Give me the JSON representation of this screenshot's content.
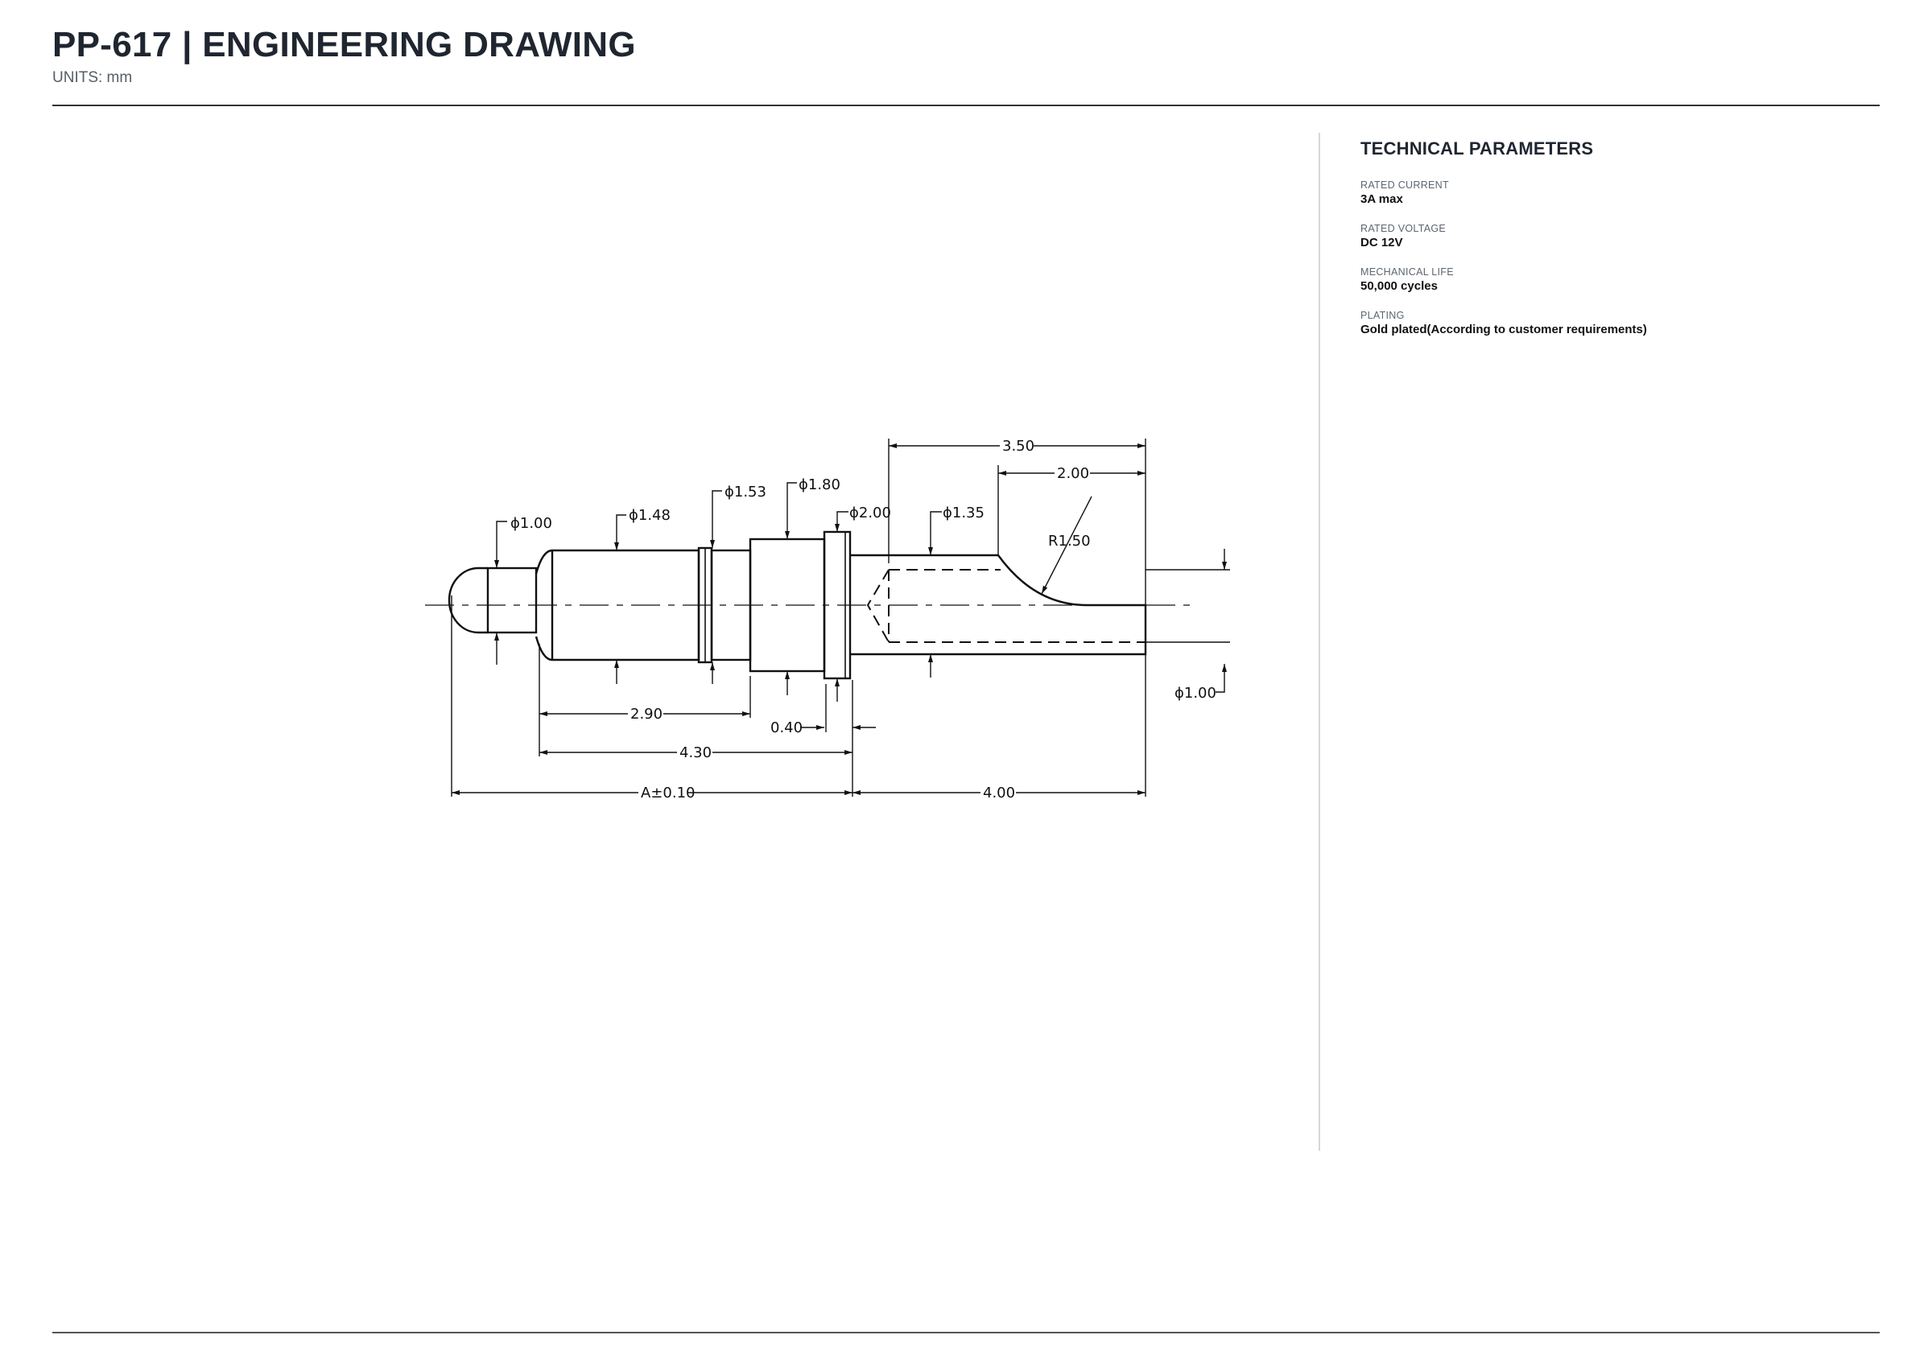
{
  "header": {
    "title": "PP-617  |  ENGINEERING DRAWING",
    "units": "UNITS: mm"
  },
  "parameters": {
    "heading": "TECHNICAL PARAMETERS",
    "items": [
      {
        "label": "RATED CURRENT",
        "value": "3A max"
      },
      {
        "label": "RATED VOLTAGE",
        "value": "DC 12V"
      },
      {
        "label": "MECHANICAL LIFE",
        "value": "50,000 cycles"
      },
      {
        "label": "PLATING",
        "value": "Gold plated(According to customer requirements)"
      }
    ]
  },
  "drawing": {
    "dims": {
      "d1": "ϕ1.00",
      "d2": "ϕ1.48",
      "d3": "ϕ1.53",
      "d4": "ϕ1.80",
      "d5": "ϕ2.00",
      "d6": "ϕ1.35",
      "d7": "ϕ1.00",
      "l1": "3.50",
      "l2": "2.00",
      "r1": "R1.50",
      "l3": "2.90",
      "l4": "0.40",
      "l5": "4.30",
      "l6": "A±0.10",
      "l7": "4.00"
    }
  }
}
